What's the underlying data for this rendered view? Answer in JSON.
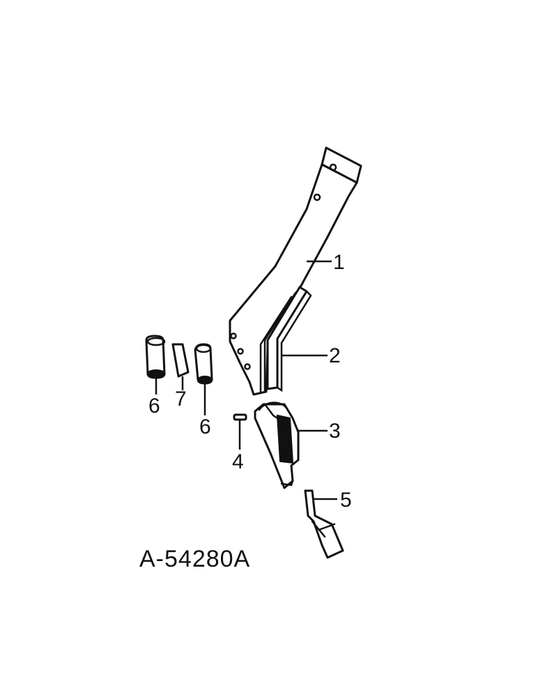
{
  "diagram": {
    "drawing_number": "A-54280A",
    "callouts": [
      {
        "id": "1",
        "label": "1"
      },
      {
        "id": "2",
        "label": "2"
      },
      {
        "id": "3",
        "label": "3"
      },
      {
        "id": "4",
        "label": "4"
      },
      {
        "id": "5",
        "label": "5"
      },
      {
        "id": "6a",
        "label": "6"
      },
      {
        "id": "6b",
        "label": "6"
      },
      {
        "id": "7",
        "label": "7"
      }
    ]
  }
}
